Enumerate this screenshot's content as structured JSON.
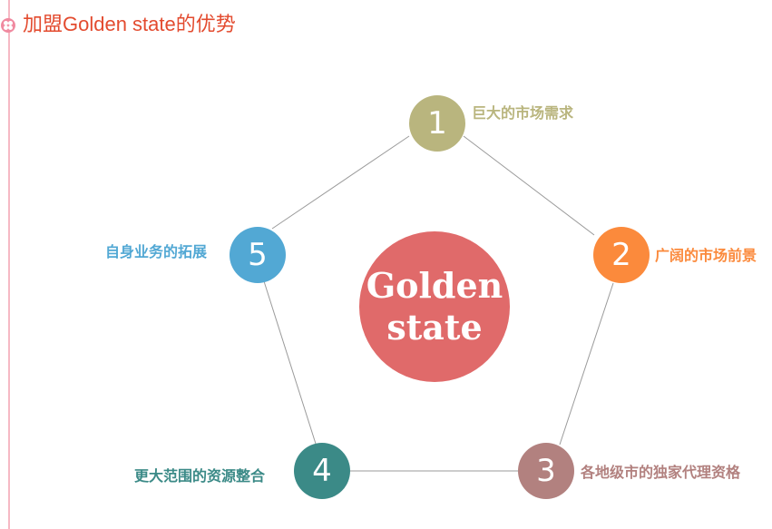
{
  "header": {
    "title": "加盟Golden state的优势",
    "icon": "flower-icon"
  },
  "diagram": {
    "center": {
      "line1": "Golden",
      "line2": "state",
      "color": "#e06a6a"
    },
    "nodes": [
      {
        "number": "1",
        "label": "巨大的市场需求",
        "color": "#b9b57e"
      },
      {
        "number": "2",
        "label": "广阔的市场前景",
        "color": "#fb8a3c"
      },
      {
        "number": "3",
        "label": "各地级市的独家代理资格",
        "color": "#b2817f"
      },
      {
        "number": "4",
        "label": "更大范围的资源整合",
        "color": "#3b8a87"
      },
      {
        "number": "5",
        "label": "自身业务的拓展",
        "color": "#52a8d4"
      }
    ],
    "line_color": "#9a9a9a",
    "accent_rule_color": "#f6b9c4",
    "title_color": "#e34b2f"
  }
}
